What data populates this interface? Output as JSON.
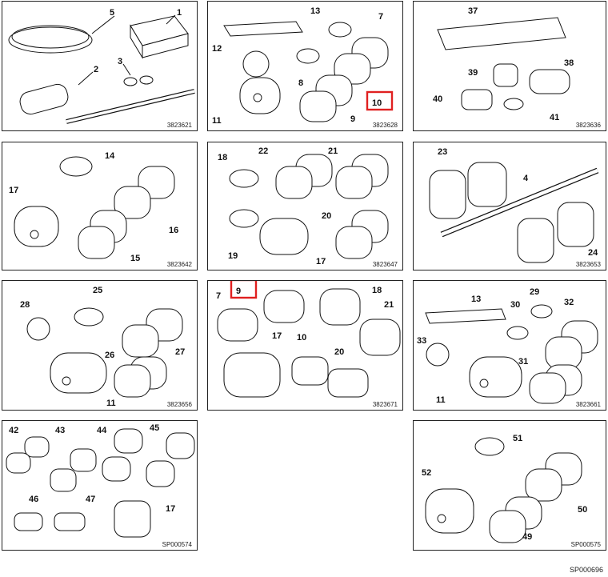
{
  "page_figure": "SP000696",
  "panels": [
    {
      "id": "p1",
      "figure": "3823621",
      "labels": [
        "1",
        "2",
        "3",
        "5"
      ]
    },
    {
      "id": "p2",
      "figure": "3823628",
      "labels": [
        "7",
        "8",
        "9",
        "10",
        "11",
        "12",
        "13"
      ]
    },
    {
      "id": "p3",
      "figure": "3823636",
      "labels": [
        "37",
        "38",
        "39",
        "40",
        "41"
      ]
    },
    {
      "id": "p4",
      "figure": "3823642",
      "labels": [
        "14",
        "15",
        "16",
        "17"
      ]
    },
    {
      "id": "p5",
      "figure": "3823647",
      "labels": [
        "17",
        "18",
        "19",
        "20",
        "21",
        "22"
      ]
    },
    {
      "id": "p6",
      "figure": "3823653",
      "labels": [
        "4",
        "23",
        "24"
      ]
    },
    {
      "id": "p7",
      "figure": "3823656",
      "labels": [
        "11",
        "25",
        "26",
        "27",
        "28"
      ]
    },
    {
      "id": "p8",
      "figure": "3823671",
      "labels": [
        "7",
        "9",
        "10",
        "17",
        "18",
        "20",
        "21"
      ]
    },
    {
      "id": "p9",
      "figure": "3823661",
      "labels": [
        "11",
        "13",
        "29",
        "30",
        "31",
        "32",
        "33"
      ]
    },
    {
      "id": "p10",
      "figure": "SP000574",
      "labels": [
        "17",
        "42",
        "43",
        "44",
        "45",
        "46",
        "47"
      ]
    },
    {
      "id": "p11",
      "figure": "SP000575",
      "labels": [
        "49",
        "50",
        "51",
        "52"
      ]
    }
  ],
  "highlight_color": "#e02020"
}
